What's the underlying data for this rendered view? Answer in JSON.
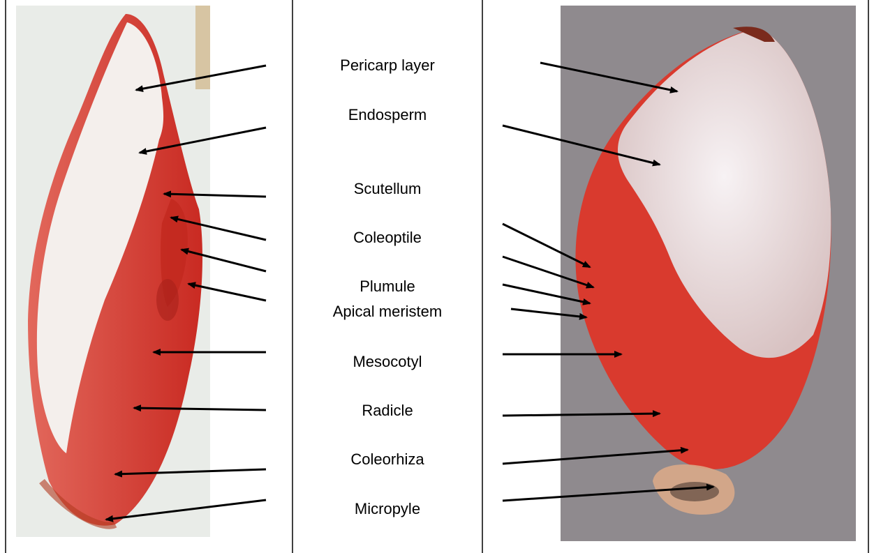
{
  "labels": {
    "pericarp": "Pericarp layer",
    "endosperm": "Endosperm",
    "scutellum": "Scutellum",
    "coleoptile": "Coleoptile",
    "plumule": "Plumule",
    "apical_meristem": "Apical meristem",
    "mesocotyl": "Mesocotyl",
    "radicle": "Radicle",
    "coleorhiza": "Coleorhiza",
    "micropyle": "Micropyle"
  },
  "colors": {
    "stain_red": "#d93a2e",
    "endosperm_white": "#f4efec",
    "left_background": "#e9ece8",
    "right_background": "#8f8a8e",
    "pericarp_tan": "#d9a888"
  }
}
